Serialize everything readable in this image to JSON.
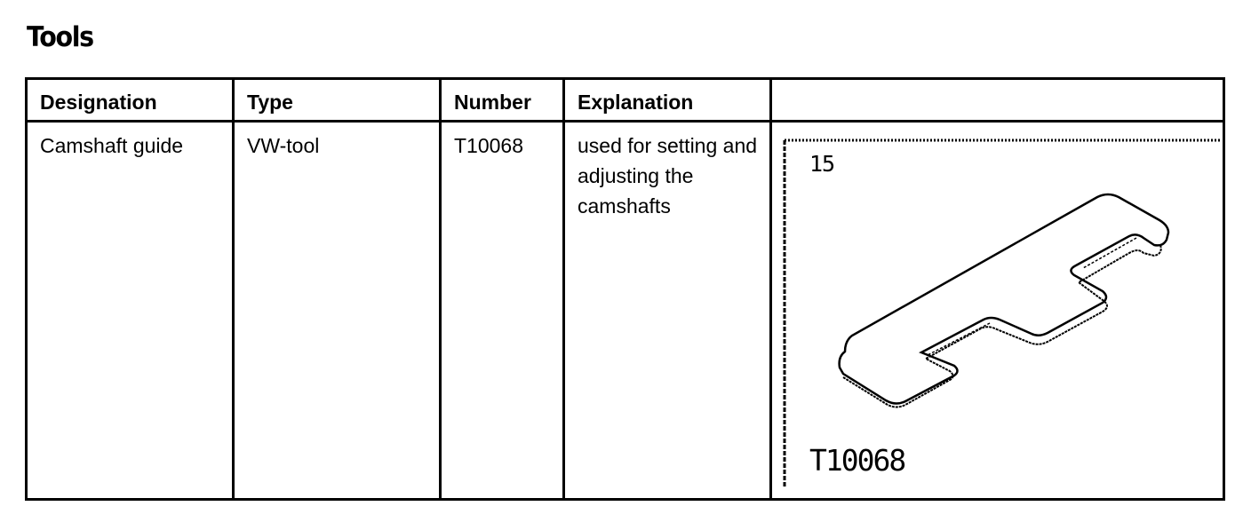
{
  "page": {
    "title": "Tools"
  },
  "table": {
    "headers": {
      "designation": "Designation",
      "type": "Type",
      "number": "Number",
      "explanation": "Explanation",
      "image": ""
    },
    "rows": [
      {
        "designation": "Camshaft guide",
        "type": "VW-tool",
        "number": "T10068",
        "explanation": "used for setting and adjusting the camshafts",
        "illustration": {
          "figure_number": "15",
          "tool_code": "T10068",
          "icon": "camshaft-guide-plate-drawing"
        }
      }
    ]
  }
}
